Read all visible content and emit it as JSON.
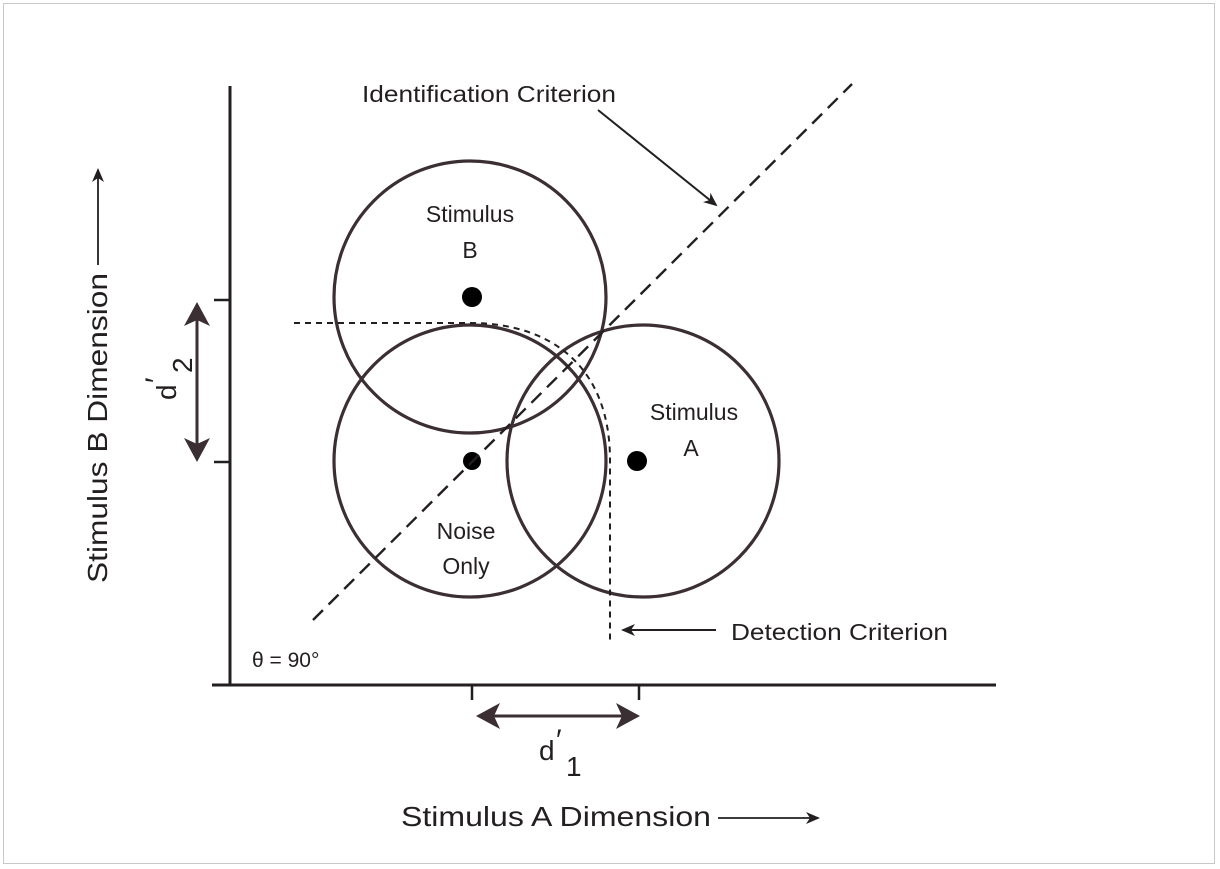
{
  "labels": {
    "x_axis": "Stimulus A  Dimension",
    "y_axis": "Stimulus B  Dimension",
    "identification_criterion": "Identification Criterion",
    "detection_criterion": "Detection Criterion",
    "theta": "θ = 90°",
    "noise_line1": "Noise",
    "noise_line2": "Only",
    "stimA_line1": "Stimulus",
    "stimA_line2": "A",
    "stimB_line1": "Stimulus",
    "stimB_line2": "B",
    "d_symbol": "d",
    "prime": "′",
    "d1_sub": "1",
    "d2_sub": "2"
  },
  "colors": {
    "ink": "#231f20",
    "circle_stroke": "#3b2f33",
    "frame": "#c8c8c8"
  }
}
